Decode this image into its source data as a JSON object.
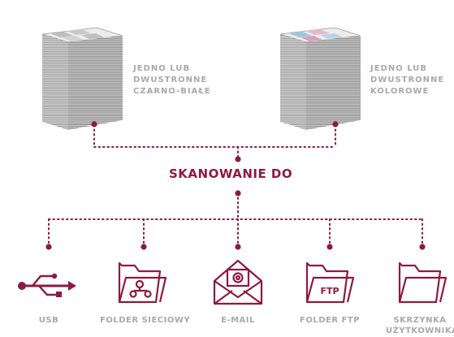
{
  "colors": {
    "accent": "#8e1a3f",
    "label_gray": "#a9a9a9",
    "paper_edge": "#8a8a8a",
    "cover_color_tint": "#e7b8cc",
    "cover_blue_tint": "#9ec6e0"
  },
  "sources": [
    {
      "icon": "grayscale-paper-stack-icon",
      "lines": [
        "Jedno lub",
        "dwustronne",
        "czarno-białe"
      ]
    },
    {
      "icon": "color-paper-stack-icon",
      "lines": [
        "Jedno lub",
        "dwustronne",
        "kolorowe"
      ]
    }
  ],
  "scan_title": "SKANOWANIE DO",
  "destinations": [
    {
      "label": "USB",
      "icon": "usb-icon"
    },
    {
      "label": "FOLDER SIECIOWY",
      "icon": "network-folder-icon"
    },
    {
      "label": "E-MAIL",
      "icon": "email-envelope-icon"
    },
    {
      "label": "FOLDER FTP",
      "icon": "ftp-folder-icon"
    },
    {
      "label": "SKRZYNKA UŻYTKOWNIKA",
      "icon": "user-box-folder-icon"
    }
  ],
  "ftp_icon_text": "FTP"
}
